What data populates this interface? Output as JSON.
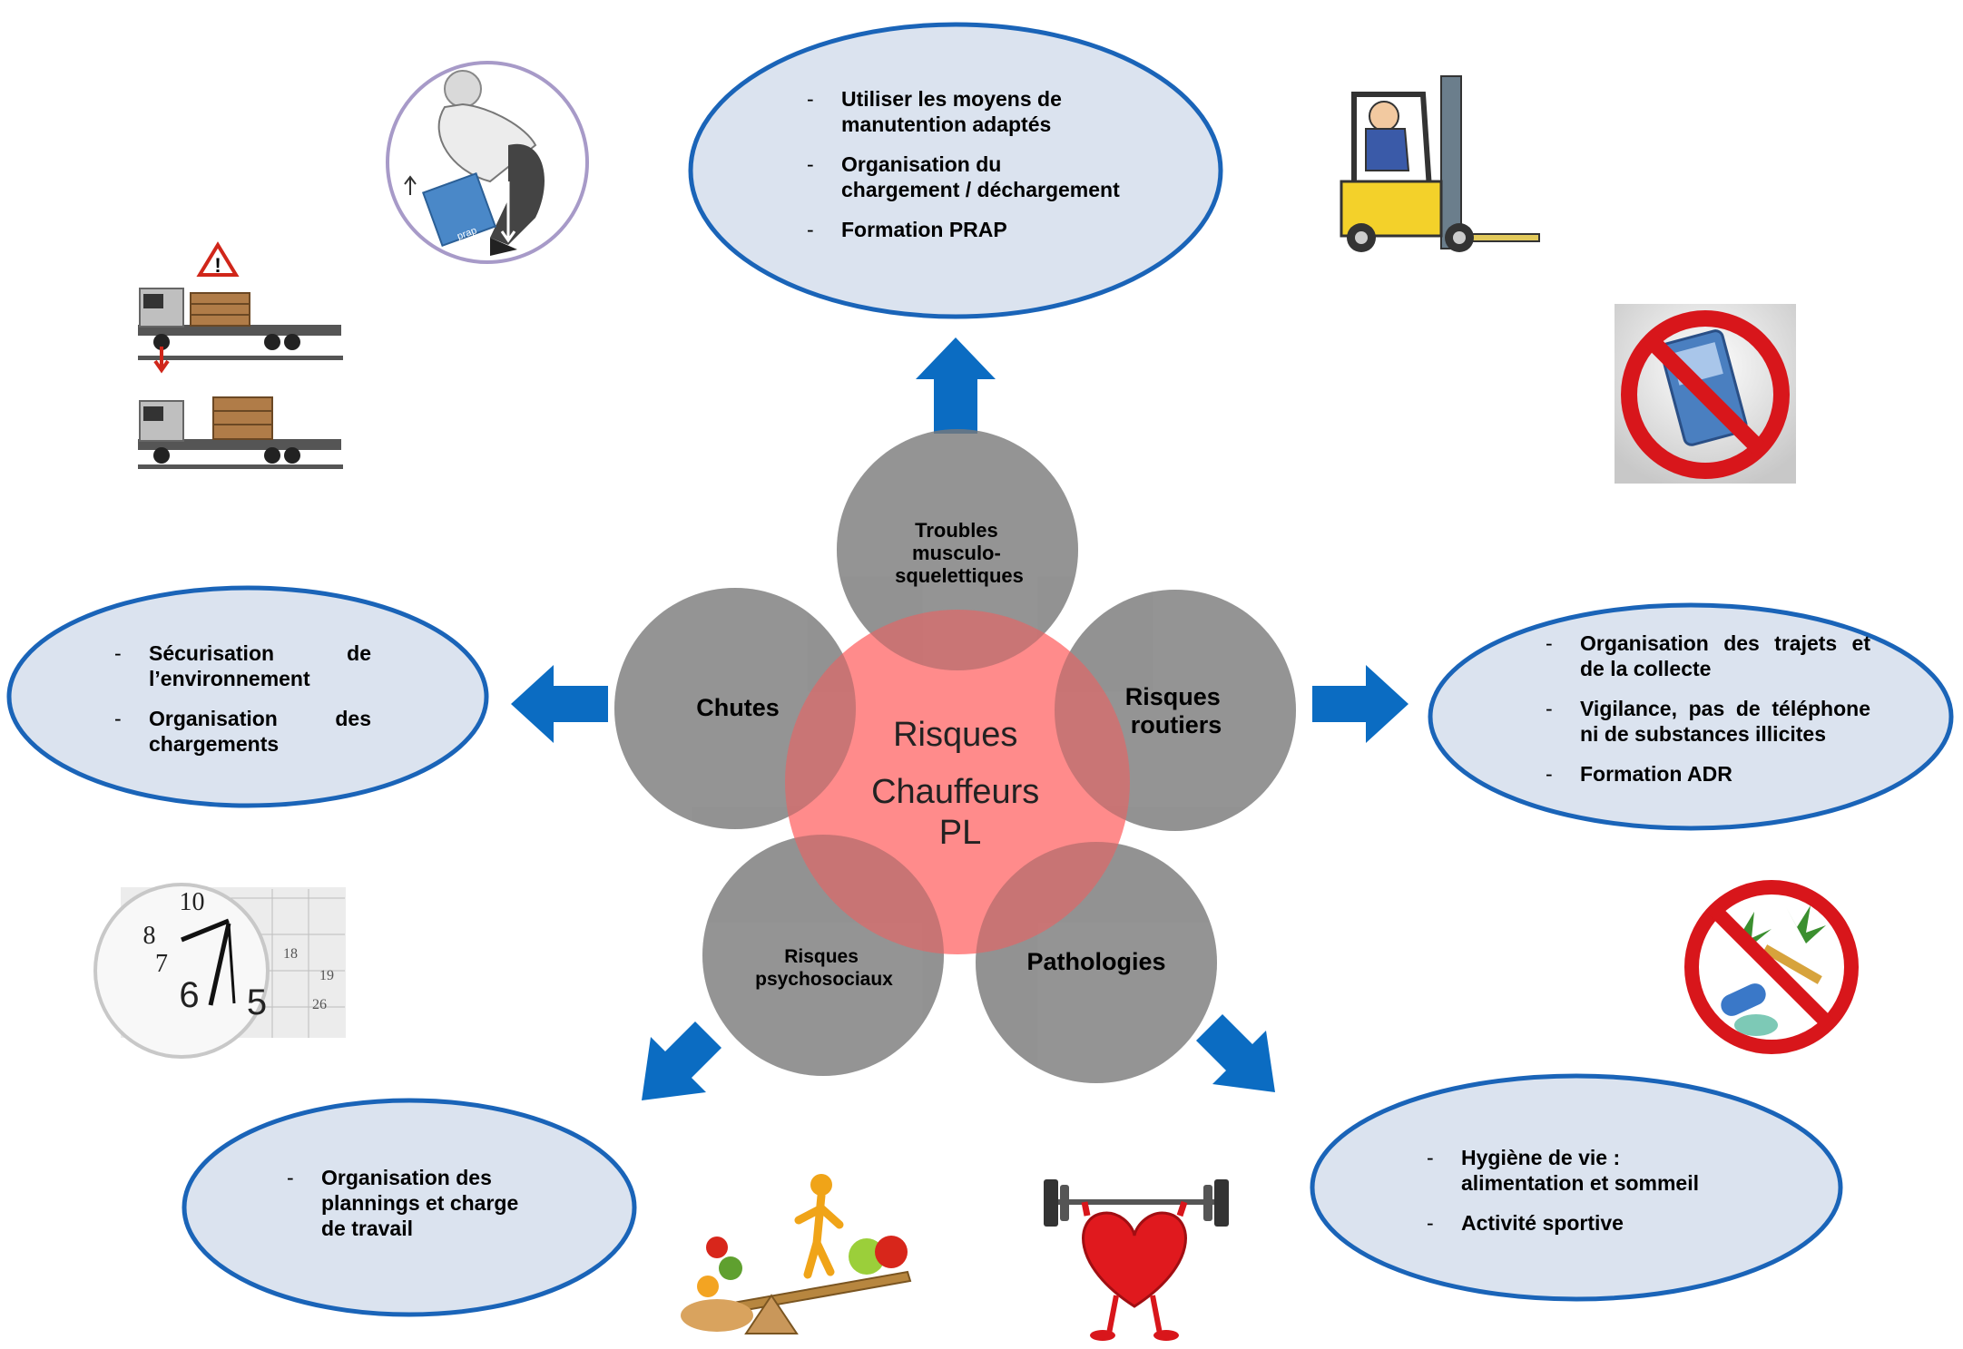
{
  "center": {
    "label_lines": [
      "Risques",
      "Chauffeurs",
      "PL"
    ],
    "color": "#ff7b7b"
  },
  "risks": {
    "tms": {
      "lines": [
        "Troubles",
        "musculo-",
        "squelettiques"
      ]
    },
    "routiers": {
      "lines": [
        "Risques",
        "routiers"
      ]
    },
    "pathologies": {
      "lines": [
        "Pathologies"
      ]
    },
    "psycho": {
      "lines": [
        "Risques",
        "psychosociaux"
      ]
    },
    "chutes": {
      "lines": [
        "Chutes"
      ]
    }
  },
  "boxes": {
    "top": {
      "items": [
        "Utiliser les moyens de manutention adaptés",
        "Organisation du chargement / déchargement",
        "Formation PRAP"
      ]
    },
    "left": {
      "items": [
        "Sécurisation de l’environnement",
        "Organisation des chargements"
      ]
    },
    "right": {
      "items": [
        "Organisation des trajets et de la collecte",
        "Vigilance, pas de téléphone ni de substances illicites",
        "Formation ADR"
      ]
    },
    "bottom_left": {
      "items": [
        "Organisation des plannings et charge de travail"
      ]
    },
    "bottom_right": {
      "items": [
        "Hygiène de vie : alimentation et sommeil",
        "Activité sportive"
      ]
    }
  },
  "images": {
    "prap_badge": {
      "text": "prap"
    },
    "clock_calendar": {
      "numbers": [
        "10",
        "8",
        "7",
        "6",
        "5",
        "18",
        "19",
        "26"
      ]
    }
  },
  "colors": {
    "risk_circle": "#8c8c8c",
    "box_fill": "#dbe3ef",
    "box_border": "#1a64b8",
    "arrow": "#0b6cc2"
  }
}
